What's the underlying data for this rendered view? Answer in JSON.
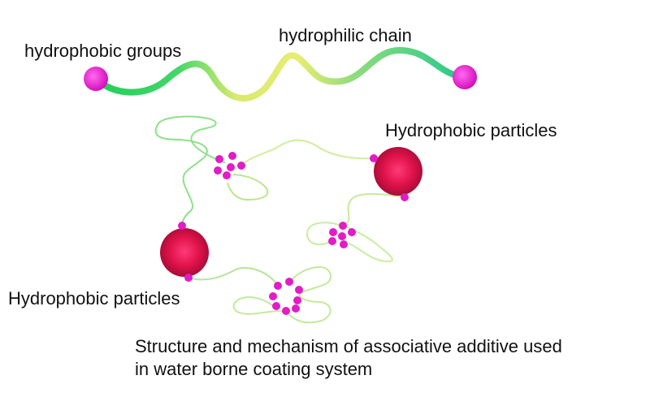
{
  "labels": {
    "hydrophobic_groups": "hydrophobic groups",
    "hydrophilic_chain": "hydrophilic chain",
    "particles_right": "Hydrophobic particles",
    "particles_left": "Hydrophobic particles"
  },
  "caption": {
    "line1": "Structure and mechanism of associative additive used",
    "line2": "in water borne coating system"
  },
  "colors": {
    "hydrophobic_group": "#e21cc6",
    "chain_green": "#2ecc6a",
    "chain_yellow": "#e6ea6e",
    "chain_light": "#9ee69a",
    "particle_core": "#ff2060",
    "particle_edge": "#b00d3a"
  }
}
